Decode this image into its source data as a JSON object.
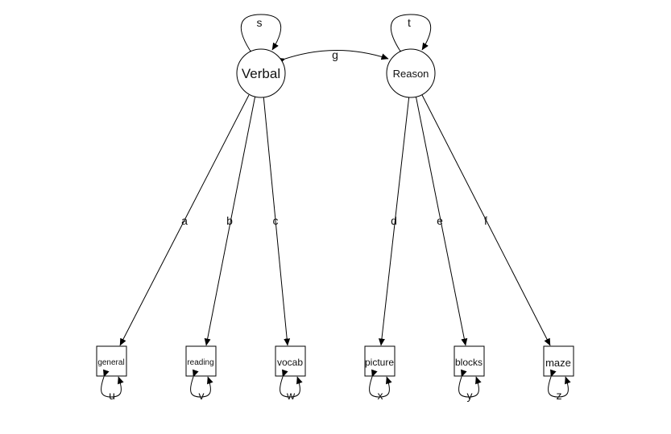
{
  "latent": {
    "verbal": {
      "label": "Verbal",
      "variance": "s"
    },
    "reason": {
      "label": "Reason",
      "variance": "t"
    }
  },
  "covariance": "g",
  "observed": [
    {
      "label": "general",
      "loading": "a",
      "error": "u"
    },
    {
      "label": "reading",
      "loading": "b",
      "error": "v"
    },
    {
      "label": "vocab",
      "loading": "c",
      "error": "w"
    },
    {
      "label": "picture",
      "loading": "d",
      "error": "x"
    },
    {
      "label": "blocks",
      "loading": "e",
      "error": "y"
    },
    {
      "label": "maze",
      "loading": "f",
      "error": "z"
    }
  ],
  "colors": {
    "line": "#000000",
    "text": "#111111",
    "background": "#ffffff"
  }
}
